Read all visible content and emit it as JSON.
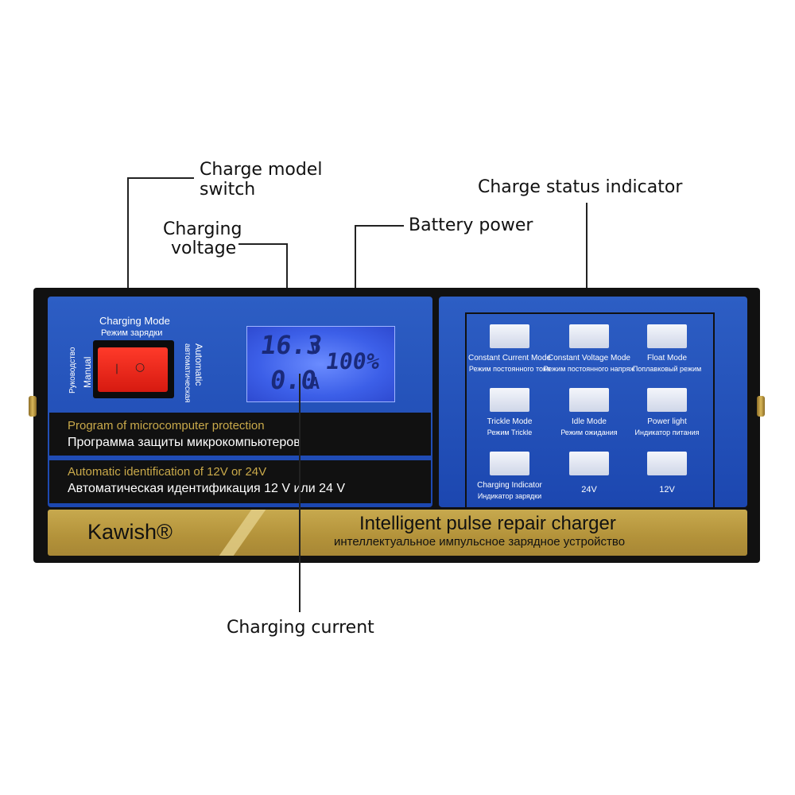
{
  "callouts": {
    "charge_model_switch_1": "Charge model",
    "charge_model_switch_2": "switch",
    "charging_voltage_1": "Charging",
    "charging_voltage_2": "voltage",
    "battery_power": "Battery power",
    "charge_status_indicator": "Charge status indicator",
    "charging_current": "Charging current"
  },
  "switch": {
    "title_en": "Charging Mode",
    "title_ru": "Режим зарядки",
    "left_en": "Manual",
    "left_ru": "Руководство",
    "right_en": "Automatic",
    "right_ru": "автоматическая",
    "mark_off": "—",
    "mark_on": "○"
  },
  "lcd": {
    "voltage": "16.3",
    "voltage_unit": "V",
    "current": "0.0",
    "current_unit": "A",
    "battery_percent": "100%"
  },
  "bands": {
    "protection_en": "Program of microcomputer protection",
    "protection_ru": "Программа защиты микрокомпьютеров",
    "auto_id_en": "Automatic identification of 12V or 24V",
    "auto_id_ru": "Автоматическая идентификация 12 V или 24 V"
  },
  "indicators": [
    {
      "en": "Constant Current Mode",
      "ru": "Режим постоянного тока"
    },
    {
      "en": "Constant Voltage Mode",
      "ru": "Режим постоянного напряж"
    },
    {
      "en": "Float Mode",
      "ru": "Поплавковый режим"
    },
    {
      "en": "Trickle Mode",
      "ru": "Режим Trickle"
    },
    {
      "en": "Idle Mode",
      "ru": "Режим ожидания"
    },
    {
      "en": "Power light",
      "ru": "Индикатор питания"
    },
    {
      "en": "Charging Indicator",
      "ru": "Индикатор зарядки"
    },
    {
      "en": "24V",
      "ru": ""
    },
    {
      "en": "12V",
      "ru": ""
    }
  ],
  "branding": {
    "brand": "Kawish®",
    "product_en": "Intelligent pulse repair charger",
    "product_ru": "интеллектуальное импульсное зарядное устройство"
  },
  "colors": {
    "panel_blue": "#2554c0",
    "gold_band": "#b8983f",
    "switch_red": "#e8261a",
    "lcd_blue": "#4a6cf0"
  }
}
